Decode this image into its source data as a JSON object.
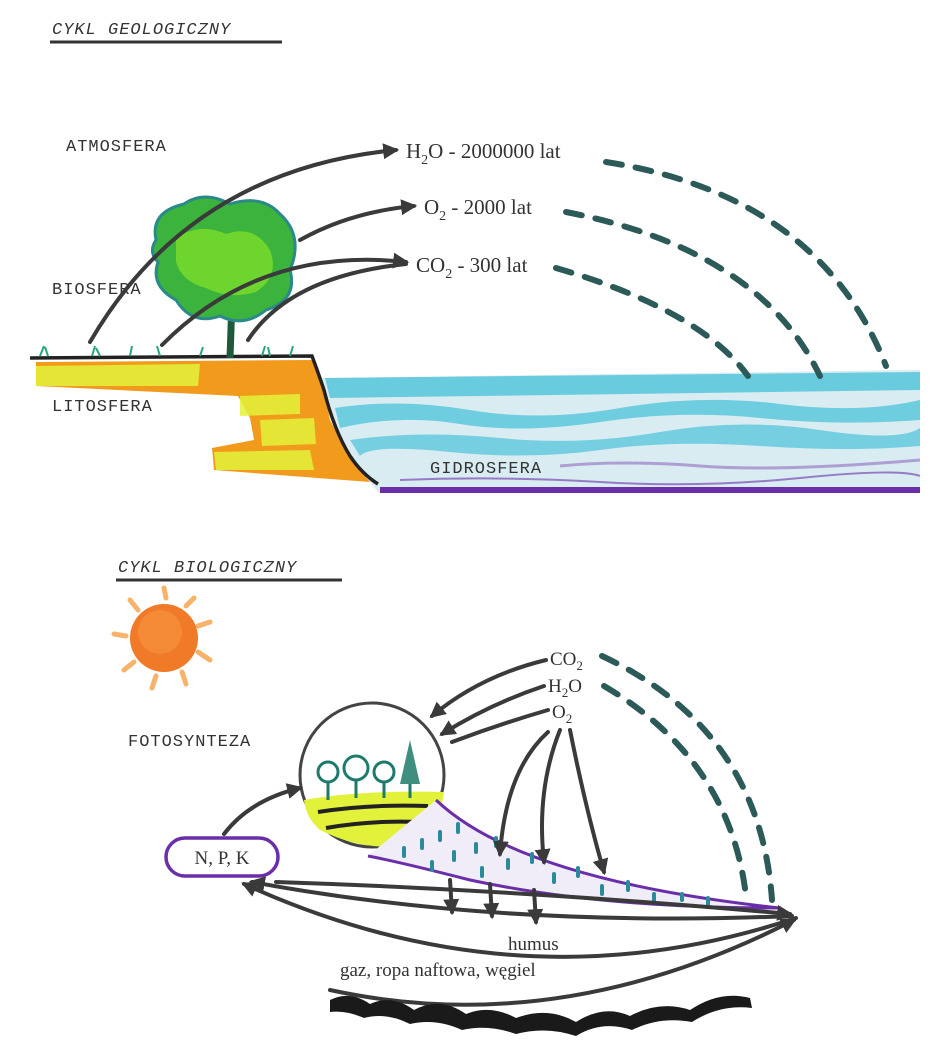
{
  "geological": {
    "title": "CYKL GEOLOGICZNY",
    "spheres": {
      "atmosphere": "ATMOSFERA",
      "biosphere": "BIOSFERA",
      "lithosphere": "LITOSFERA",
      "hydrosphere": "GIDROSFERA"
    },
    "cycles": [
      {
        "formula": "H",
        "sub": "2",
        "rest": "O",
        "time": " - 2000000 lat"
      },
      {
        "formula": "O",
        "sub": "2",
        "rest": "",
        "time": " - 2000 lat"
      },
      {
        "formula": "CO",
        "sub": "2",
        "rest": "",
        "time": " - 300 lat"
      }
    ]
  },
  "biological": {
    "title": "CYKL BIOLOGICZNY",
    "photosynthesis": "FOTOSYNTEZA",
    "gases": [
      {
        "formula": "CO",
        "sub": "2",
        "rest": ""
      },
      {
        "formula": "H",
        "sub": "2",
        "rest": "O"
      },
      {
        "formula": "O",
        "sub": "2",
        "rest": ""
      }
    ],
    "nutrients": "N, P, K",
    "humus": "humus",
    "fossil_fuels": "gaz, ropa naftowa, węgiel"
  },
  "colors": {
    "tree_green": "#3cb33c",
    "water_blue": "#5cc8dc",
    "soil_orange": "#f29a1c",
    "soil_yellow": "#e2f23a",
    "sun_orange": "#f07a28",
    "hydro_purple": "#6a2fa8",
    "dashed_teal": "#2c5a58"
  }
}
